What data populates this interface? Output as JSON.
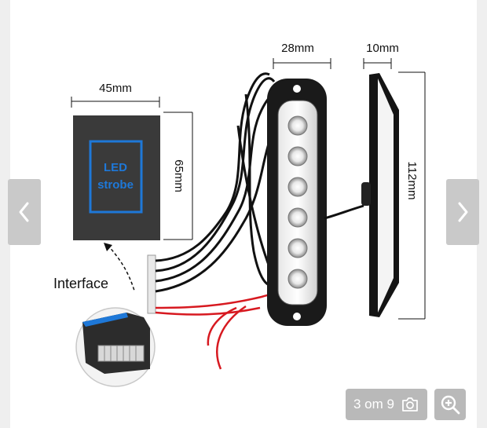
{
  "gallery": {
    "counter_label": "3 om 9",
    "icons": {
      "prev": "chevron-left-icon",
      "next": "chevron-right-icon",
      "camera": "camera-icon",
      "zoom": "zoom-in-icon"
    }
  },
  "product_image": {
    "box_label_line1": "LED",
    "box_label_line2": "strobe",
    "dim_box_width": "45mm",
    "dim_box_height": "65mm",
    "dim_light_width": "28mm",
    "dim_light_depth": "10mm",
    "dim_light_height": "112mm",
    "interface_label": "Interface",
    "colors": {
      "box_fill": "#3a3a3a",
      "box_accent": "#1e78d8",
      "wire_red": "#d71920",
      "wire_black": "#111111"
    }
  }
}
